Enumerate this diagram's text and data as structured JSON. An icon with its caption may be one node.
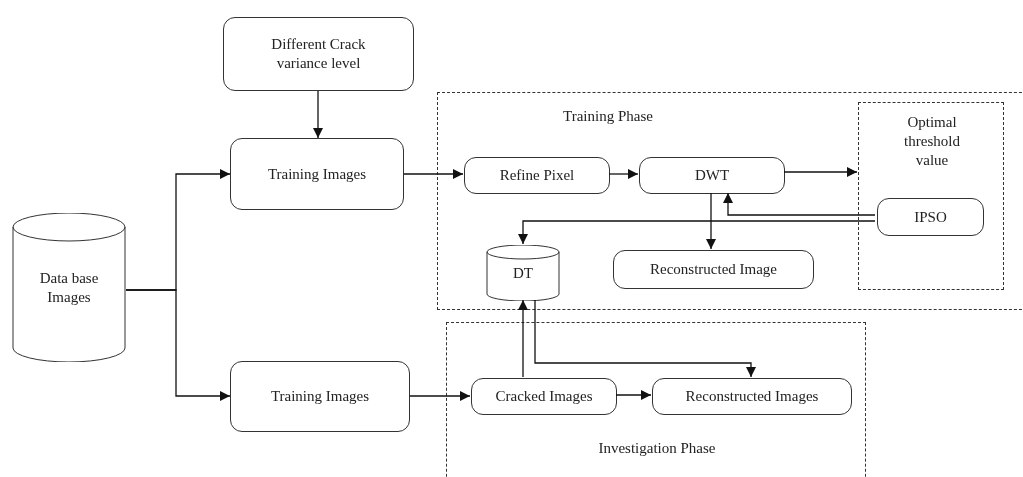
{
  "diagram": {
    "nodes": [
      {
        "text": [
          "Different Crack variance level"
        ]
      },
      {
        "text": [
          "Training Images"
        ]
      },
      {
        "text": [
          "Data base Images"
        ]
      },
      {
        "text": [
          "Training Images"
        ]
      },
      {
        "text": [
          "Training Phase"
        ]
      },
      {
        "text": [
          "Refine Pixel"
        ],
        "in": 4
      },
      {
        "text": [
          "DWT"
        ],
        "in": 4
      },
      {
        "text": [
          "Optimal threshold value"
        ],
        "in": 4
      },
      {
        "text": [
          "IPSO"
        ],
        "in": 7
      },
      {
        "text": [
          "DT"
        ],
        "in": 4
      },
      {
        "text": [
          "Reconstructed Image"
        ],
        "in": 4
      },
      {
        "text": [
          "Investigation Phase"
        ]
      },
      {
        "text": [
          "Cracked Images"
        ],
        "in": 11
      },
      {
        "text": [
          "Reconstructed Images"
        ],
        "in": 11
      }
    ],
    "edges": [
      {
        "from": 0,
        "to": 1,
        "arrow": "to"
      },
      {
        "from": 2,
        "to": 1,
        "arrow": "to"
      },
      {
        "from": 2,
        "to": 3,
        "arrow": "to"
      },
      {
        "from": 1,
        "to": 5,
        "arrow": "to"
      },
      {
        "from": 5,
        "to": 6,
        "arrow": "to"
      },
      {
        "from": 6,
        "to": 7,
        "arrow": "to"
      },
      {
        "from": 8,
        "to": 6,
        "arrow": "to"
      },
      {
        "from": 8,
        "to": 9,
        "arrow": "to"
      },
      {
        "from": 6,
        "to": 10,
        "arrow": "to"
      },
      {
        "from": 3,
        "to": 12,
        "arrow": "to"
      },
      {
        "from": 12,
        "to": 9,
        "arrow": "to"
      },
      {
        "from": 9,
        "to": 13,
        "arrow": "to"
      },
      {
        "from": 12,
        "to": 13,
        "arrow": "to"
      }
    ]
  }
}
